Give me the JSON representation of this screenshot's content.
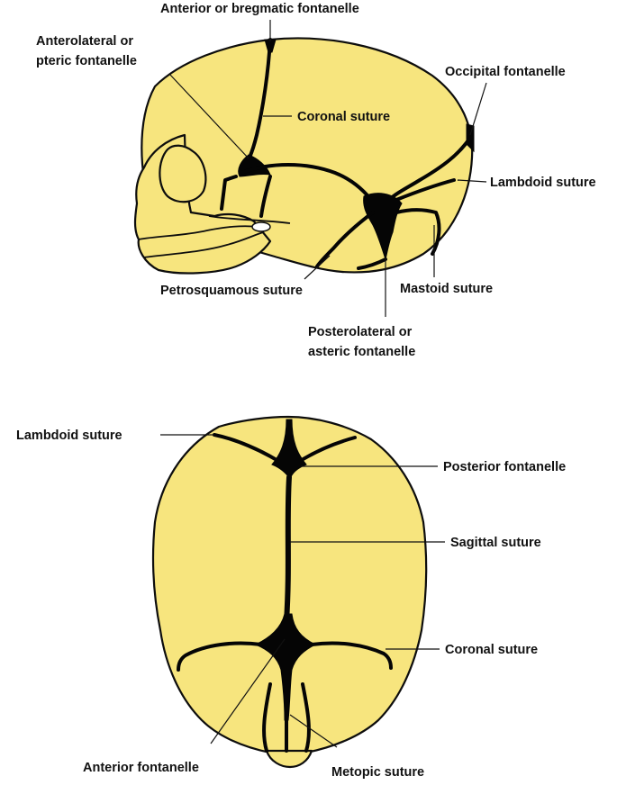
{
  "colors": {
    "bone": "#F7E57E",
    "outline": "#0d0d0d",
    "suture": "#050505",
    "leader": "#111111",
    "label": "#111111"
  },
  "lateral_view": {
    "labels": {
      "anterior_bregmatic_fontanelle": "Anterior or bregmatic fontanelle",
      "anterolateral_line1": "Anterolateral or",
      "anterolateral_line2": "pteric fontanelle",
      "occipital_fontanelle": "Occipital fontanelle",
      "coronal_suture": "Coronal suture",
      "lambdoid_suture": "Lambdoid suture",
      "mastoid_suture": "Mastoid suture",
      "petrosquamous_suture": "Petrosquamous suture",
      "posterolateral_line1": "Posterolateral or",
      "posterolateral_line2": "asteric fontanelle"
    }
  },
  "superior_view": {
    "labels": {
      "lambdoid_suture": "Lambdoid suture",
      "posterior_fontanelle": "Posterior fontanelle",
      "sagittal_suture": "Sagittal suture",
      "coronal_suture": "Coronal suture",
      "anterior_fontanelle": "Anterior fontanelle",
      "metopic_suture": "Metopic suture"
    }
  }
}
